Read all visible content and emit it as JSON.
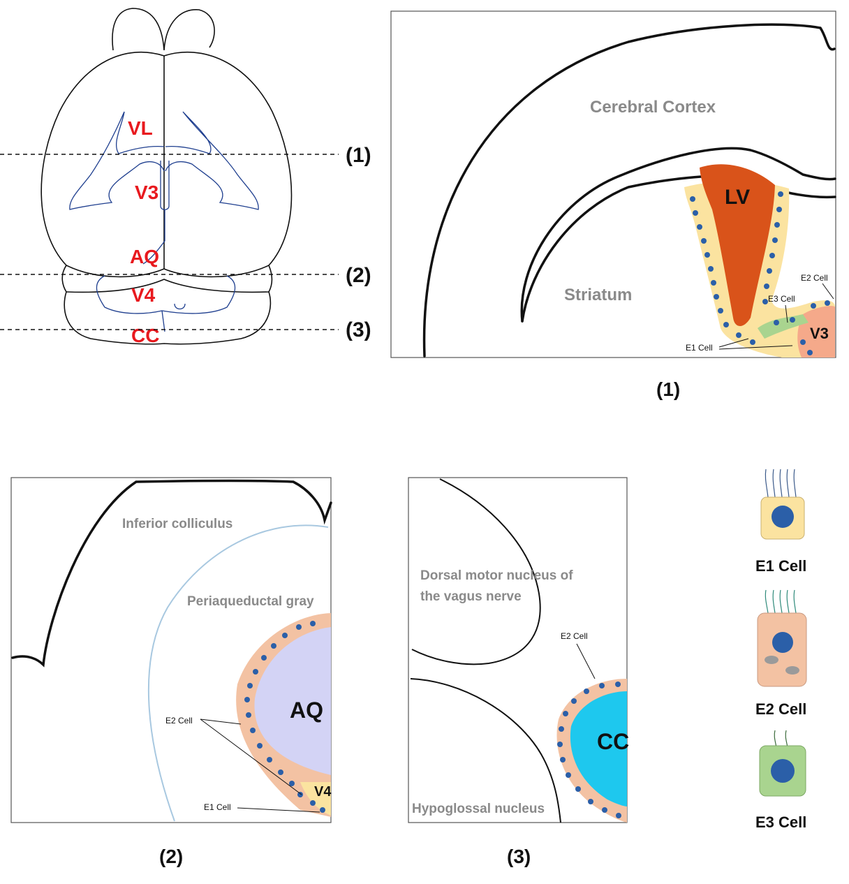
{
  "brain": {
    "regions": [
      "VL",
      "V3",
      "AQ",
      "V4",
      "CC"
    ],
    "section_markers": [
      "(1)",
      "(2)",
      "(3)"
    ]
  },
  "panel1": {
    "caption": "(1)",
    "cortex": "Cerebral Cortex",
    "striatum": "Striatum",
    "lv": "LV",
    "v3": "V3",
    "e1": "E1 Cell",
    "e2": "E2 Cell",
    "e3": "E3 Cell"
  },
  "panel2": {
    "caption": "(2)",
    "inferior": "Inferior colliculus",
    "pag": "Periaqueductal gray",
    "aq": "AQ",
    "v4": "V4",
    "e2": "E2 Cell",
    "e1": "E1 Cell"
  },
  "panel3": {
    "caption": "(3)",
    "dorsal_line1": "Dorsal motor nucleus of",
    "dorsal_line2": "the vagus nerve",
    "hypoglossal": "Hypoglossal nucleus",
    "cc": "CC",
    "e2": "E2 Cell"
  },
  "legend": {
    "e1": "E1 Cell",
    "e2": "E2 Cell",
    "e3": "E3 Cell"
  },
  "colors": {
    "region_label": "#e8191e",
    "lv_fill": "#d9531a",
    "v3_fill": "#f5a98a",
    "e1_fill": "#fbe3a0",
    "e2_fill": "#f3c2a3",
    "e3_fill": "#a9d48f",
    "aq_fill": "#d3d3f5",
    "cc_fill": "#1ec8ee",
    "nucleus": "#2b5fa8"
  }
}
